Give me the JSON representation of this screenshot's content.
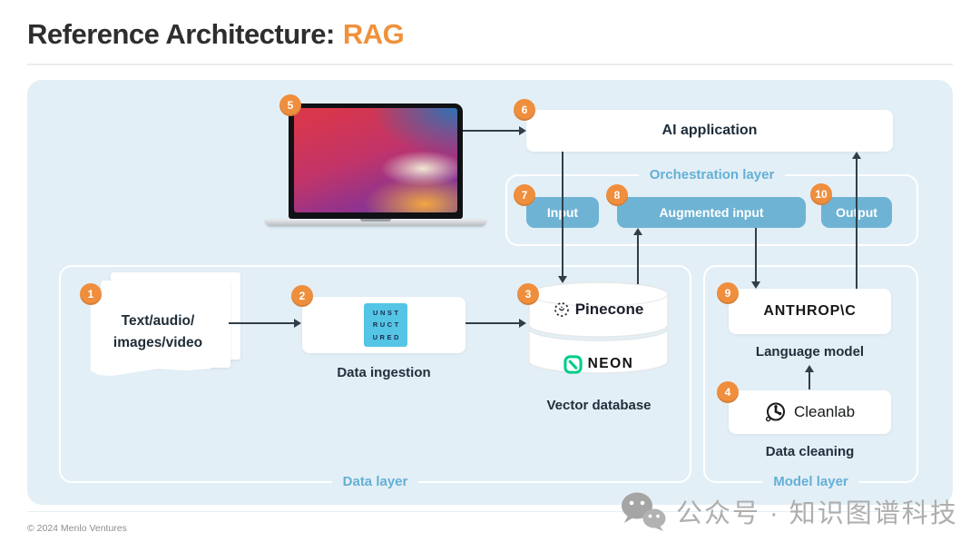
{
  "page": {
    "title_prefix": "Reference Architecture:",
    "title_highlight": "RAG",
    "copyright": "© 2024 Menlo Ventures",
    "watermark_text": "公众号 · 知识图谱科技"
  },
  "colors": {
    "accent_orange": "#EF8E3D",
    "panel_blue": "#E3EFF6",
    "button_blue": "#6FB3D4",
    "layer_label_blue": "#64B0D6",
    "dark_text": "#1D2C38",
    "line_dark": "#313E48",
    "unstructured_cyan": "#55C5E5",
    "neon_green": "#00CC88"
  },
  "layers": {
    "orchestration": "Orchestration layer",
    "data": "Data layer",
    "model": "Model layer"
  },
  "nodes": {
    "source_docs": {
      "badge": "1",
      "label_line1": "Text/audio/",
      "label_line2": "images/video"
    },
    "data_ingestion": {
      "badge": "2",
      "logo_lines": [
        "UNST",
        "RUCT",
        "URED"
      ],
      "caption": "Data ingestion"
    },
    "vector_db": {
      "badge": "3",
      "vendor_top": "Pinecone",
      "vendor_bottom": "NEON",
      "caption": "Vector database"
    },
    "cleanlab": {
      "badge": "4",
      "logo": "Cleanlab",
      "caption": "Data cleaning"
    },
    "device": {
      "badge": "5"
    },
    "ai_application": {
      "badge": "6",
      "label": "AI application"
    },
    "input": {
      "badge": "7",
      "label": "Input"
    },
    "augmented_input": {
      "badge": "8",
      "label": "Augmented input"
    },
    "language_model": {
      "badge": "9",
      "logo": "ANTHROP\\C",
      "caption": "Language model"
    },
    "output": {
      "badge": "10",
      "label": "Output"
    }
  }
}
